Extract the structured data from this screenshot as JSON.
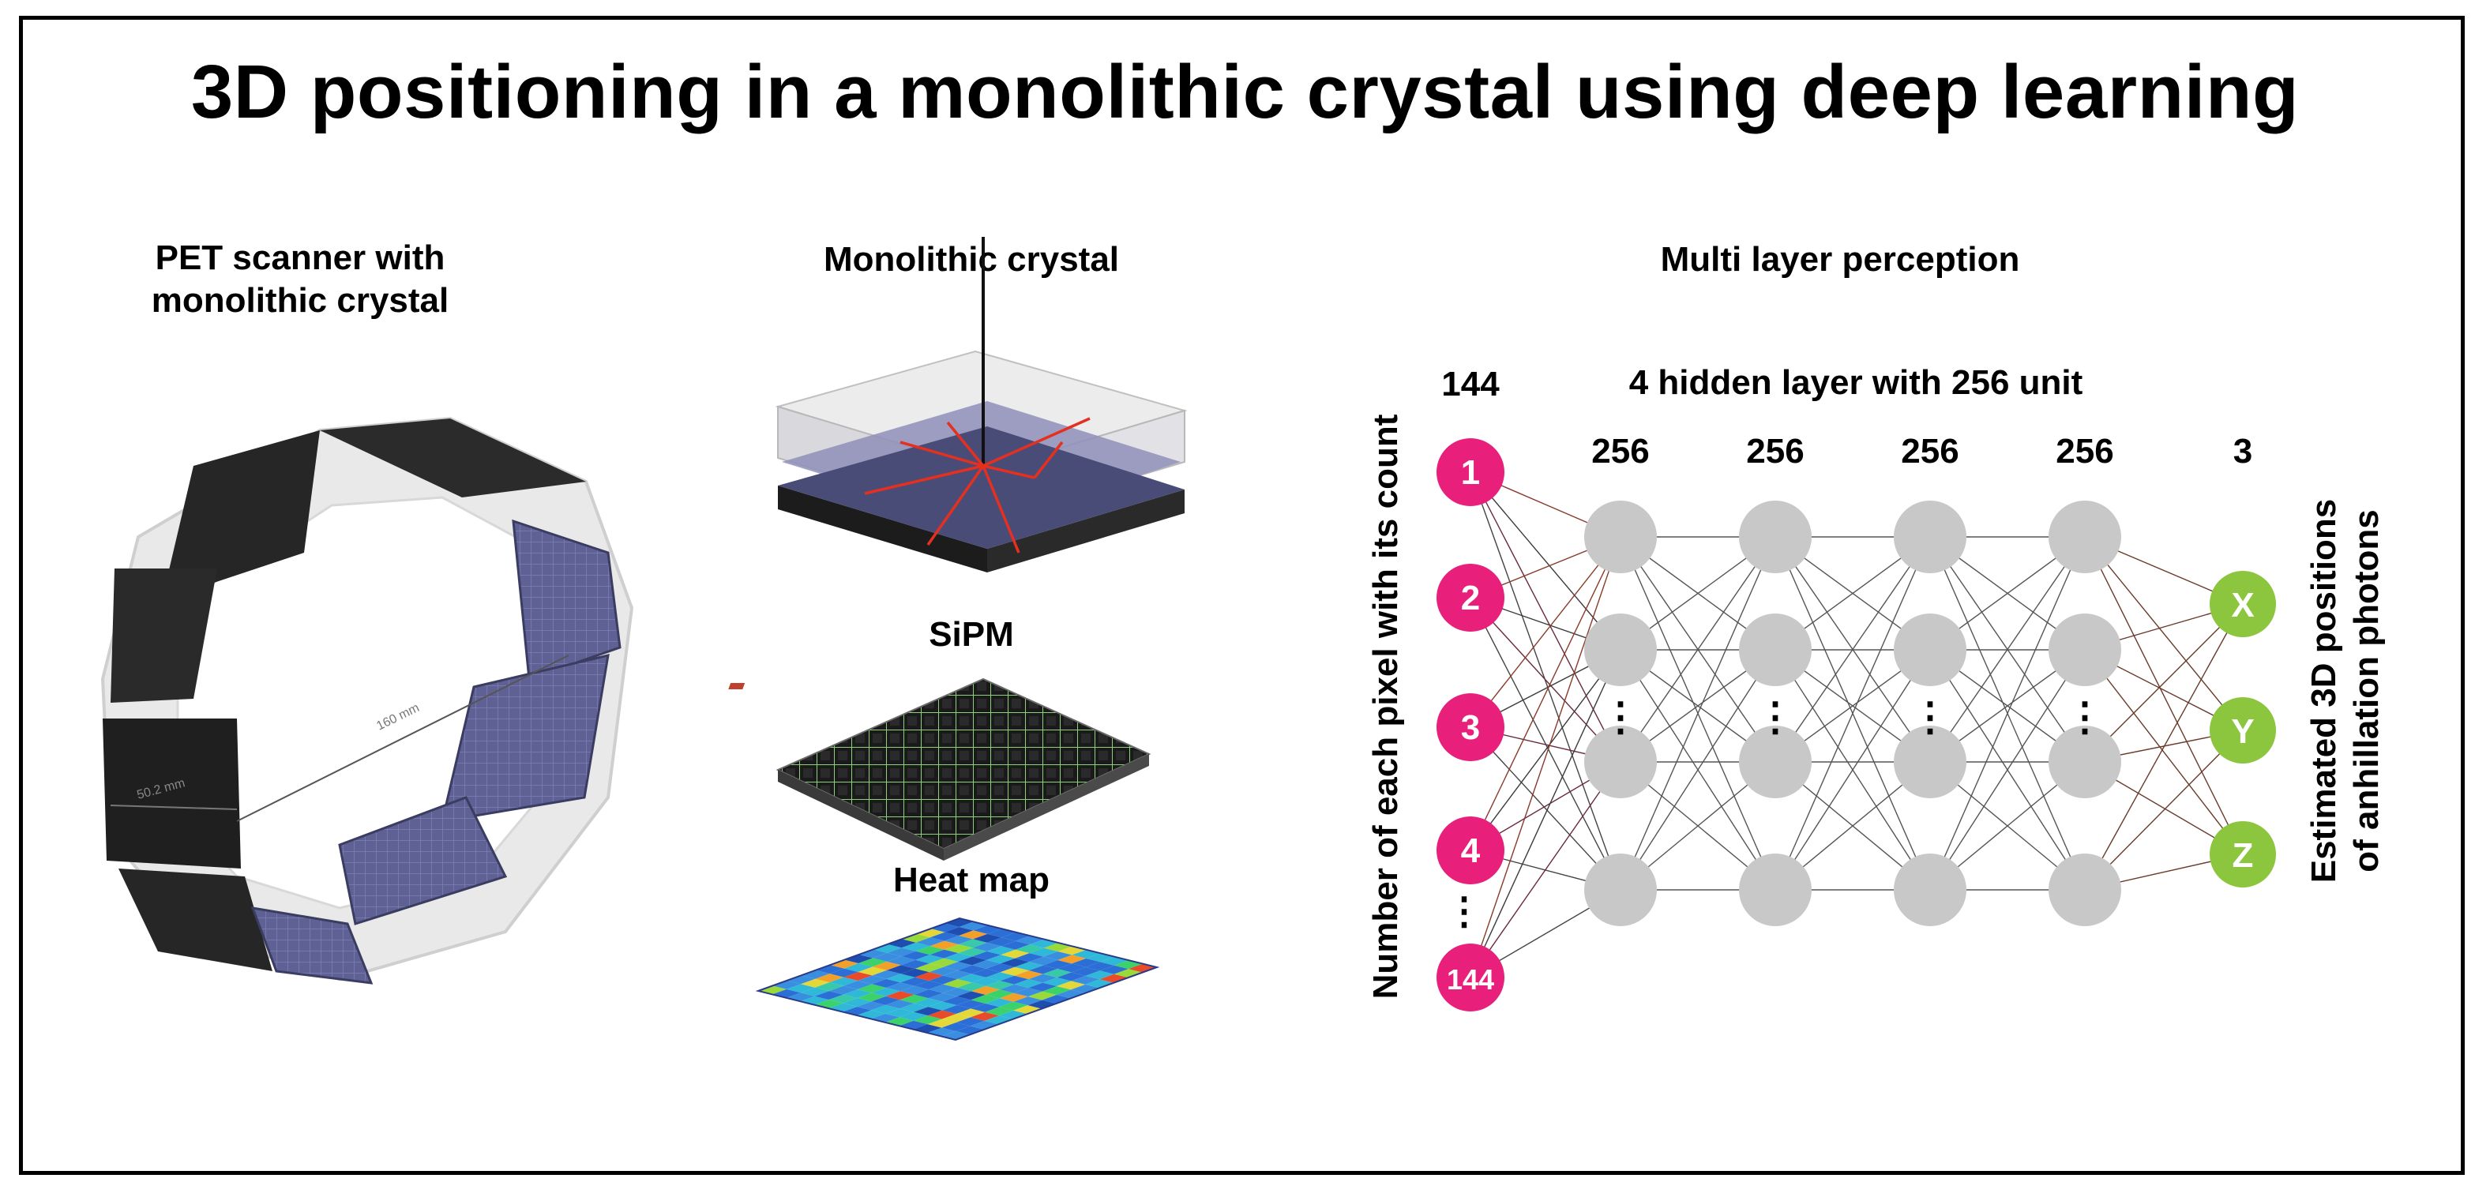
{
  "title": "3D positioning in a monolithic crystal using deep learning",
  "sections": {
    "pet": {
      "line1": "PET scanner with",
      "line2": "monolithic crystal",
      "dim_diameter": "160 mm",
      "dim_width": "50.2 mm"
    },
    "crystal": {
      "label": "Monolithic crystal"
    },
    "sipm": {
      "label": "SiPM"
    },
    "heatmap": {
      "label": "Heat map"
    },
    "mlp": {
      "label": "Multi layer perception"
    }
  },
  "network": {
    "hidden_header": "4 hidden layer with 256 unit",
    "input_count": "144",
    "hidden_counts": [
      "256",
      "256",
      "256",
      "256"
    ],
    "output_count": "3",
    "input_nodes": [
      "1",
      "2",
      "3",
      "4",
      "144"
    ],
    "output_nodes": [
      "X",
      "Y",
      "Z"
    ],
    "ellipsis": "⋮",
    "input_axis_label": "Number of each pixel with its count",
    "output_axis_line1": "Estimated 3D positions",
    "output_axis_line2": "of anhillation photons"
  },
  "colors": {
    "input_node": "#e8207b",
    "hidden_node": "#c8c8c8",
    "output_node": "#8cc63f",
    "ray": "#e53020",
    "module_face": "#232323",
    "module_detector": "#6a6ea8"
  }
}
